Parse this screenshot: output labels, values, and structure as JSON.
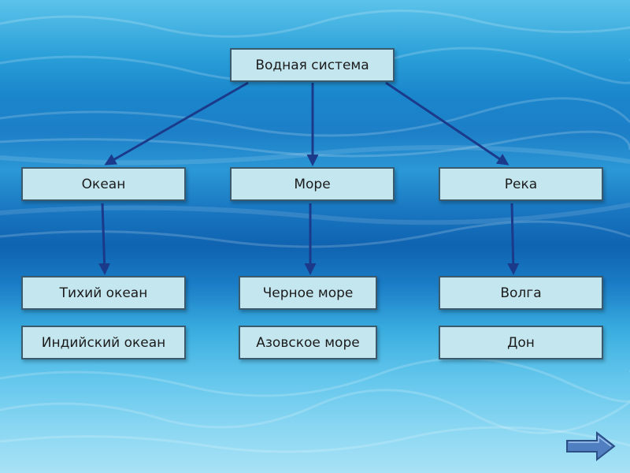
{
  "root": {
    "label": "Водная система"
  },
  "categories": [
    {
      "label": "Океан"
    },
    {
      "label": "Море"
    },
    {
      "label": "Река"
    }
  ],
  "examples": [
    [
      "Тихий океан",
      "Индийский океан"
    ],
    [
      "Черное море",
      "Азовское море"
    ],
    [
      "Волга",
      "Дон"
    ]
  ],
  "colors": {
    "node_fill": "#c4e6ef",
    "node_border": "#3b5a6e",
    "arrow": "#1b3a8a"
  },
  "icons": {
    "next": "arrow-right-icon"
  }
}
